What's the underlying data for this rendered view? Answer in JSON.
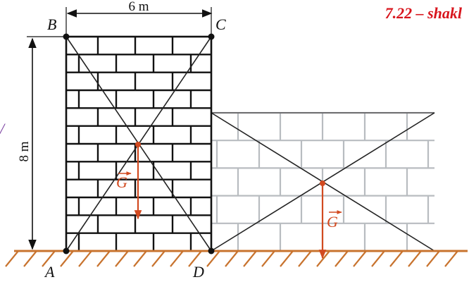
{
  "figure_label": "7.22 – shakl",
  "edge_mark": "/",
  "dimensions": {
    "width": "6 m",
    "height": "8 m"
  },
  "points": {
    "A": "A",
    "B": "B",
    "C": "C",
    "D": "D"
  },
  "force_label": "G",
  "colors": {
    "brick_line": "#111111",
    "faded_brick_line": "#b8bcc0",
    "force": "#d24a20",
    "ground": "#c8732e",
    "label_red": "#d8141c"
  }
}
